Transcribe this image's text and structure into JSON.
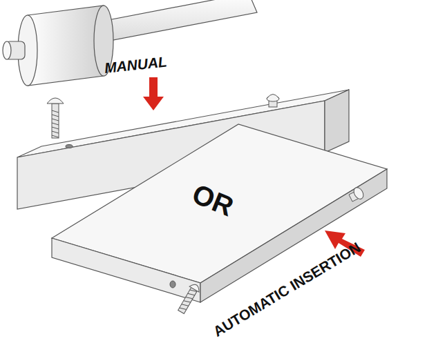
{
  "diagram": {
    "labels": [
      "MANUAL",
      "OR",
      "AUTOMATIC INSERTION"
    ]
  }
}
